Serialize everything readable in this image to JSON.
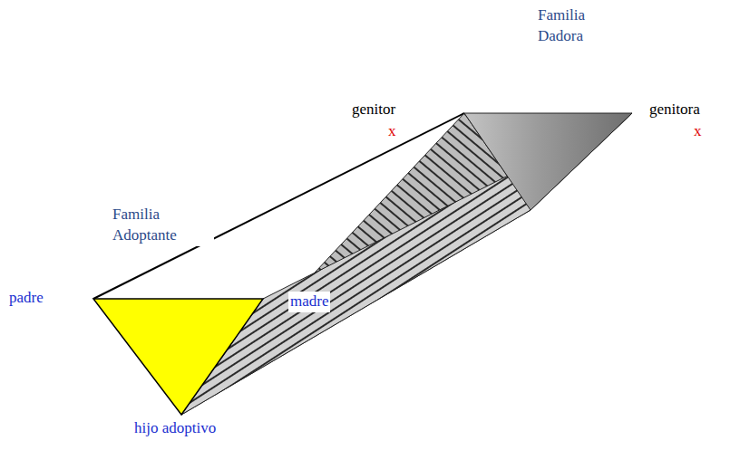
{
  "diagram": {
    "labels": [
      "Familia Dadora",
      "genitor",
      "x",
      "genitora",
      "x",
      "Familia Adoptante",
      "padre",
      "madre",
      "hijo adoptivo"
    ]
  }
}
